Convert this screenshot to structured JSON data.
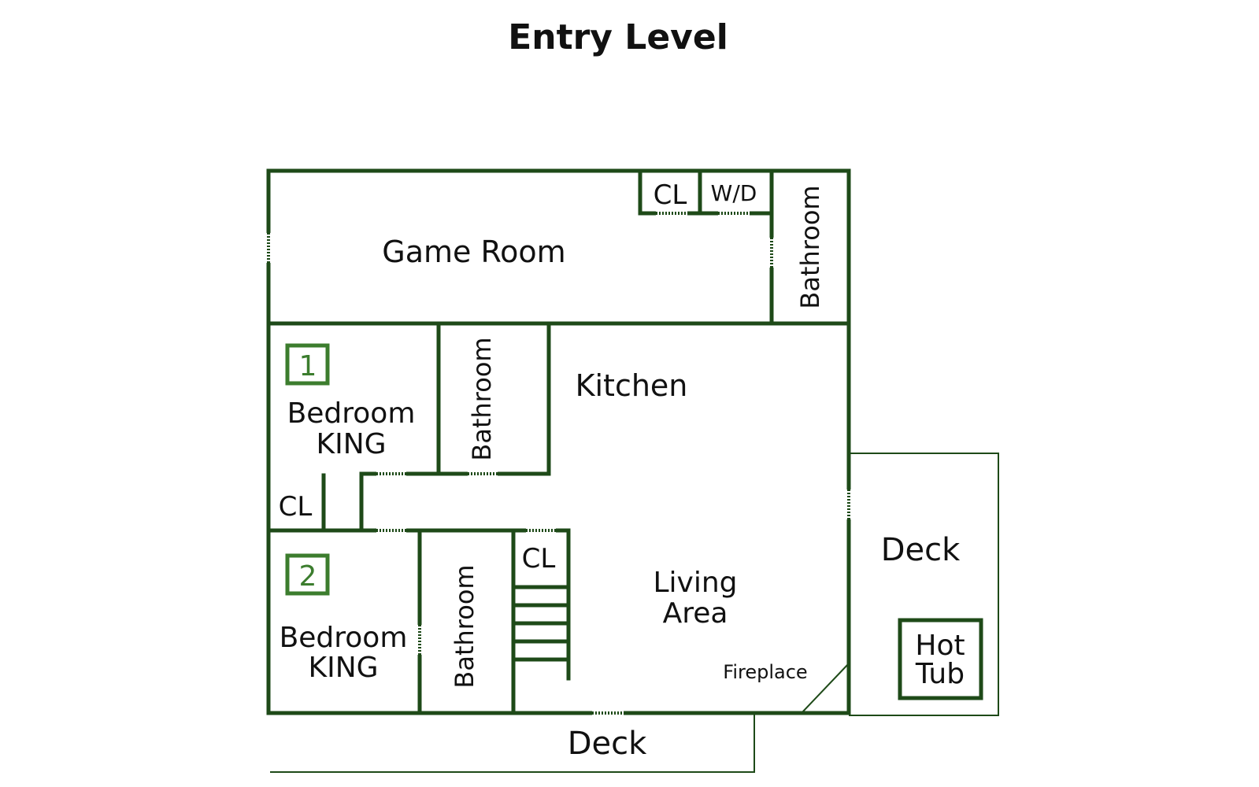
{
  "title": "Entry Level",
  "colors": {
    "wall": "#1e4a18",
    "badge": "#3c7d2e",
    "text": "#111111",
    "background": "#ffffff"
  },
  "rooms": {
    "game_room": "Game Room",
    "closet_top": "CL",
    "washer_dryer": "W/D",
    "bathroom_top": "Bathroom",
    "bedroom1_name": "Bedroom",
    "bedroom1_bed": "KING",
    "bedroom1_number": "1",
    "bathroom_mid": "Bathroom",
    "kitchen": "Kitchen",
    "closet_bedroom1": "CL",
    "bedroom2_name": "Bedroom",
    "bedroom2_bed": "KING",
    "bedroom2_number": "2",
    "bathroom_low": "Bathroom",
    "closet_stairs": "CL",
    "living_area_line1": "Living",
    "living_area_line2": "Area",
    "fireplace": "Fireplace",
    "deck_side": "Deck",
    "hot_tub_line1": "Hot",
    "hot_tub_line2": "Tub",
    "deck_bottom": "Deck"
  }
}
